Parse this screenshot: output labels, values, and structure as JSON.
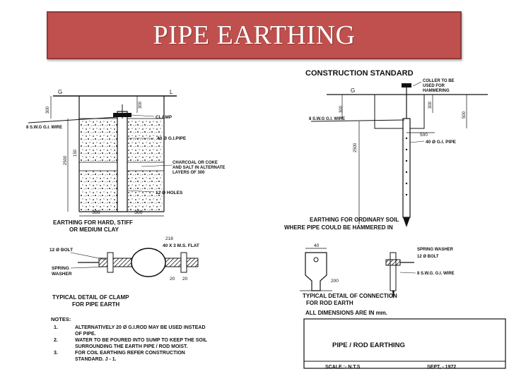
{
  "title": "PIPE EARTHING",
  "drawing": {
    "header": "CONSTRUCTION STANDARD",
    "left_diagram": {
      "ground_left": "G",
      "ground_right": "L",
      "dim_300_top": "300",
      "dim_300_right": "300",
      "wire": "8 S.W.G G.I. WIRE",
      "clamp": "CLAMP",
      "pipe": "40 Ø G.I.PIPE",
      "charcoal": "CHARCOAL OR COKE AND SALT IN ALTERNATE LAYERS OF 300",
      "holes": "12 Ø HOLES",
      "dim_2500": "2500",
      "dim_150": "150",
      "dim_300_b1": "300",
      "dim_300_b2": "300",
      "caption1": "EARTHING FOR HARD, STIFF",
      "caption2": "OR MEDIUM CLAY"
    },
    "right_diagram": {
      "ground": "G",
      "collar": "COLLER TO BE USED FOR HAMMERING",
      "dim_300a": "300",
      "dim_300b": "300",
      "dim_500a": "500",
      "dim_500b": "500",
      "dim_2500": "2500",
      "wire": "8 S.W.G G.I. WIRE",
      "pipe": "40 Ø G.I. PIPE",
      "caption1": "EARTHING FOR ORDINARY SOIL",
      "caption2": "WHERE PIPE COULD BE HAMMERED IN"
    },
    "clamp_detail": {
      "dim_218": "218",
      "flat": "40 X 3 M.S. FLAT",
      "bolt": "12 Ø BOLT",
      "spring": "SPRING WASHER",
      "dim_20a": "20",
      "dim_20b": "20",
      "caption1": "TYPICAL DETAIL OF CLAMP",
      "caption2": "FOR PIPE EARTH"
    },
    "connection_detail": {
      "dim_40": "40",
      "dim_200": "200",
      "spring": "SPRING WASHER",
      "bolt": "12 Ø BOLT",
      "wire": "8 S.W.G. G.I. WIRE",
      "caption1": "TYPICAL DETAIL OF CONNECTION",
      "caption2": "FOR ROD EARTH"
    },
    "notes": {
      "heading": "NOTES:",
      "items": [
        {
          "num": "1.",
          "line1": "ALTERNATIVELY 20 Ø G.I.ROD MAY BE USED INSTEAD",
          "line2": "OF PIPE."
        },
        {
          "num": "2.",
          "line1": "WATER TO BE POURED INTO SUMP TO KEEP THE SOIL",
          "line2": "SURROUNDING THE EARTH PIPE / ROD MOIST."
        },
        {
          "num": "3.",
          "line1": "FOR COIL EARTHING REFER CONSTRUCTION",
          "line2": "STANDARD. J - 1."
        }
      ]
    },
    "dimensions_note": "ALL DIMENSIONS ARE IN mm.",
    "title_block": {
      "name": "PIPE / ROD EARTHING",
      "scale": "SCALE.:- N.T.S",
      "date": "SEPT, - 1972"
    }
  }
}
